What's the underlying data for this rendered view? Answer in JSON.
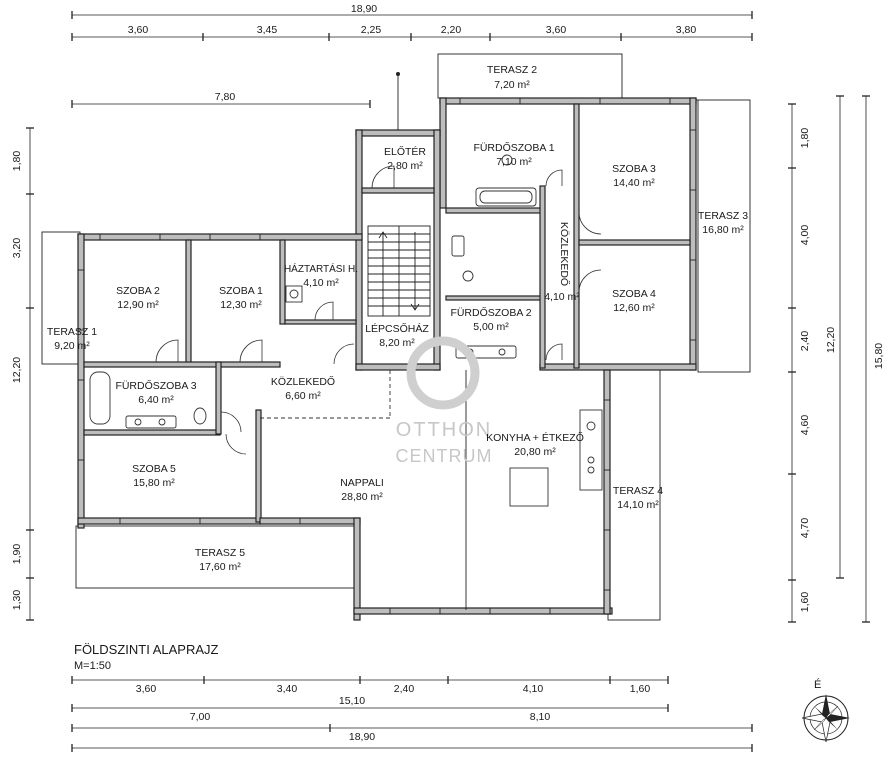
{
  "rooms": {
    "terasz2": {
      "name": "TERASZ 2",
      "area": "7,20 m²"
    },
    "eloter": {
      "name": "ELŐTÉR",
      "area": "2,80 m²"
    },
    "furdo1": {
      "name": "FÜRDŐSZOBA 1",
      "area": "7,10 m²"
    },
    "szoba3": {
      "name": "SZOBA 3",
      "area": "14,40 m²"
    },
    "terasz3": {
      "name": "TERASZ 3",
      "area": "16,80 m²"
    },
    "szoba2": {
      "name": "SZOBA 2",
      "area": "12,90 m²"
    },
    "szoba1": {
      "name": "SZOBA 1",
      "area": "12,30 m²"
    },
    "haztartasi": {
      "name": "HÁZTARTÁSI H.",
      "area": "4,10 m²"
    },
    "kozlekedo_v": {
      "name": "KÖZLEKEDŐ",
      "area": "4,10 m²"
    },
    "szoba4": {
      "name": "SZOBA 4",
      "area": "12,60 m²"
    },
    "terasz1": {
      "name": "TERASZ 1",
      "area": "9,20 m²"
    },
    "lepcsohaz": {
      "name": "LÉPCSŐHÁZ",
      "area": "8,20 m²"
    },
    "furdo2": {
      "name": "FÜRDŐSZOBA 2",
      "area": "5,00 m²"
    },
    "furdo3": {
      "name": "FÜRDŐSZOBA 3",
      "area": "6,40 m²"
    },
    "kozlekedo": {
      "name": "KÖZLEKEDŐ",
      "area": "6,60 m²"
    },
    "konyha": {
      "name": "KONYHA + ÉTKEZŐ",
      "area": "20,80 m²"
    },
    "szoba5": {
      "name": "SZOBA 5",
      "area": "15,80 m²"
    },
    "nappali": {
      "name": "NAPPALI",
      "area": "28,80 m²"
    },
    "terasz4": {
      "name": "TERASZ 4",
      "area": "14,10 m²"
    },
    "terasz5": {
      "name": "TERASZ 5",
      "area": "17,60 m²"
    }
  },
  "dimensions": {
    "top_total": "18,90",
    "top_segments": [
      "3,60",
      "3,45",
      "2,25",
      "2,20",
      "3,60",
      "3,80"
    ],
    "top_partial": "7,80",
    "left_segments": [
      "1,80",
      "3,20",
      "12,20",
      "1,90",
      "1,30"
    ],
    "right_inner": [
      "1,80",
      "4,00",
      "2,40",
      "4,60",
      "4,70",
      "1,60"
    ],
    "right_middle": "12,20",
    "right_outer": "15,80",
    "bottom_segments": [
      "3,60",
      "3,40",
      "2,40",
      "4,10",
      "1,60"
    ],
    "bottom_mid": "15,10",
    "bottom_split": [
      "7,00",
      "8,10"
    ],
    "bottom_total": "18,90"
  },
  "title": {
    "main": "FÖLDSZINTI ALAPRAJZ",
    "scale": "M=1:50"
  },
  "watermark": {
    "line1": "OTTHON",
    "line2": "CENTRUM"
  },
  "compass": {
    "label": "É"
  },
  "colors": {
    "wall": "#bdbdbd",
    "line": "#222222",
    "watermark": "#c7c7c7"
  }
}
